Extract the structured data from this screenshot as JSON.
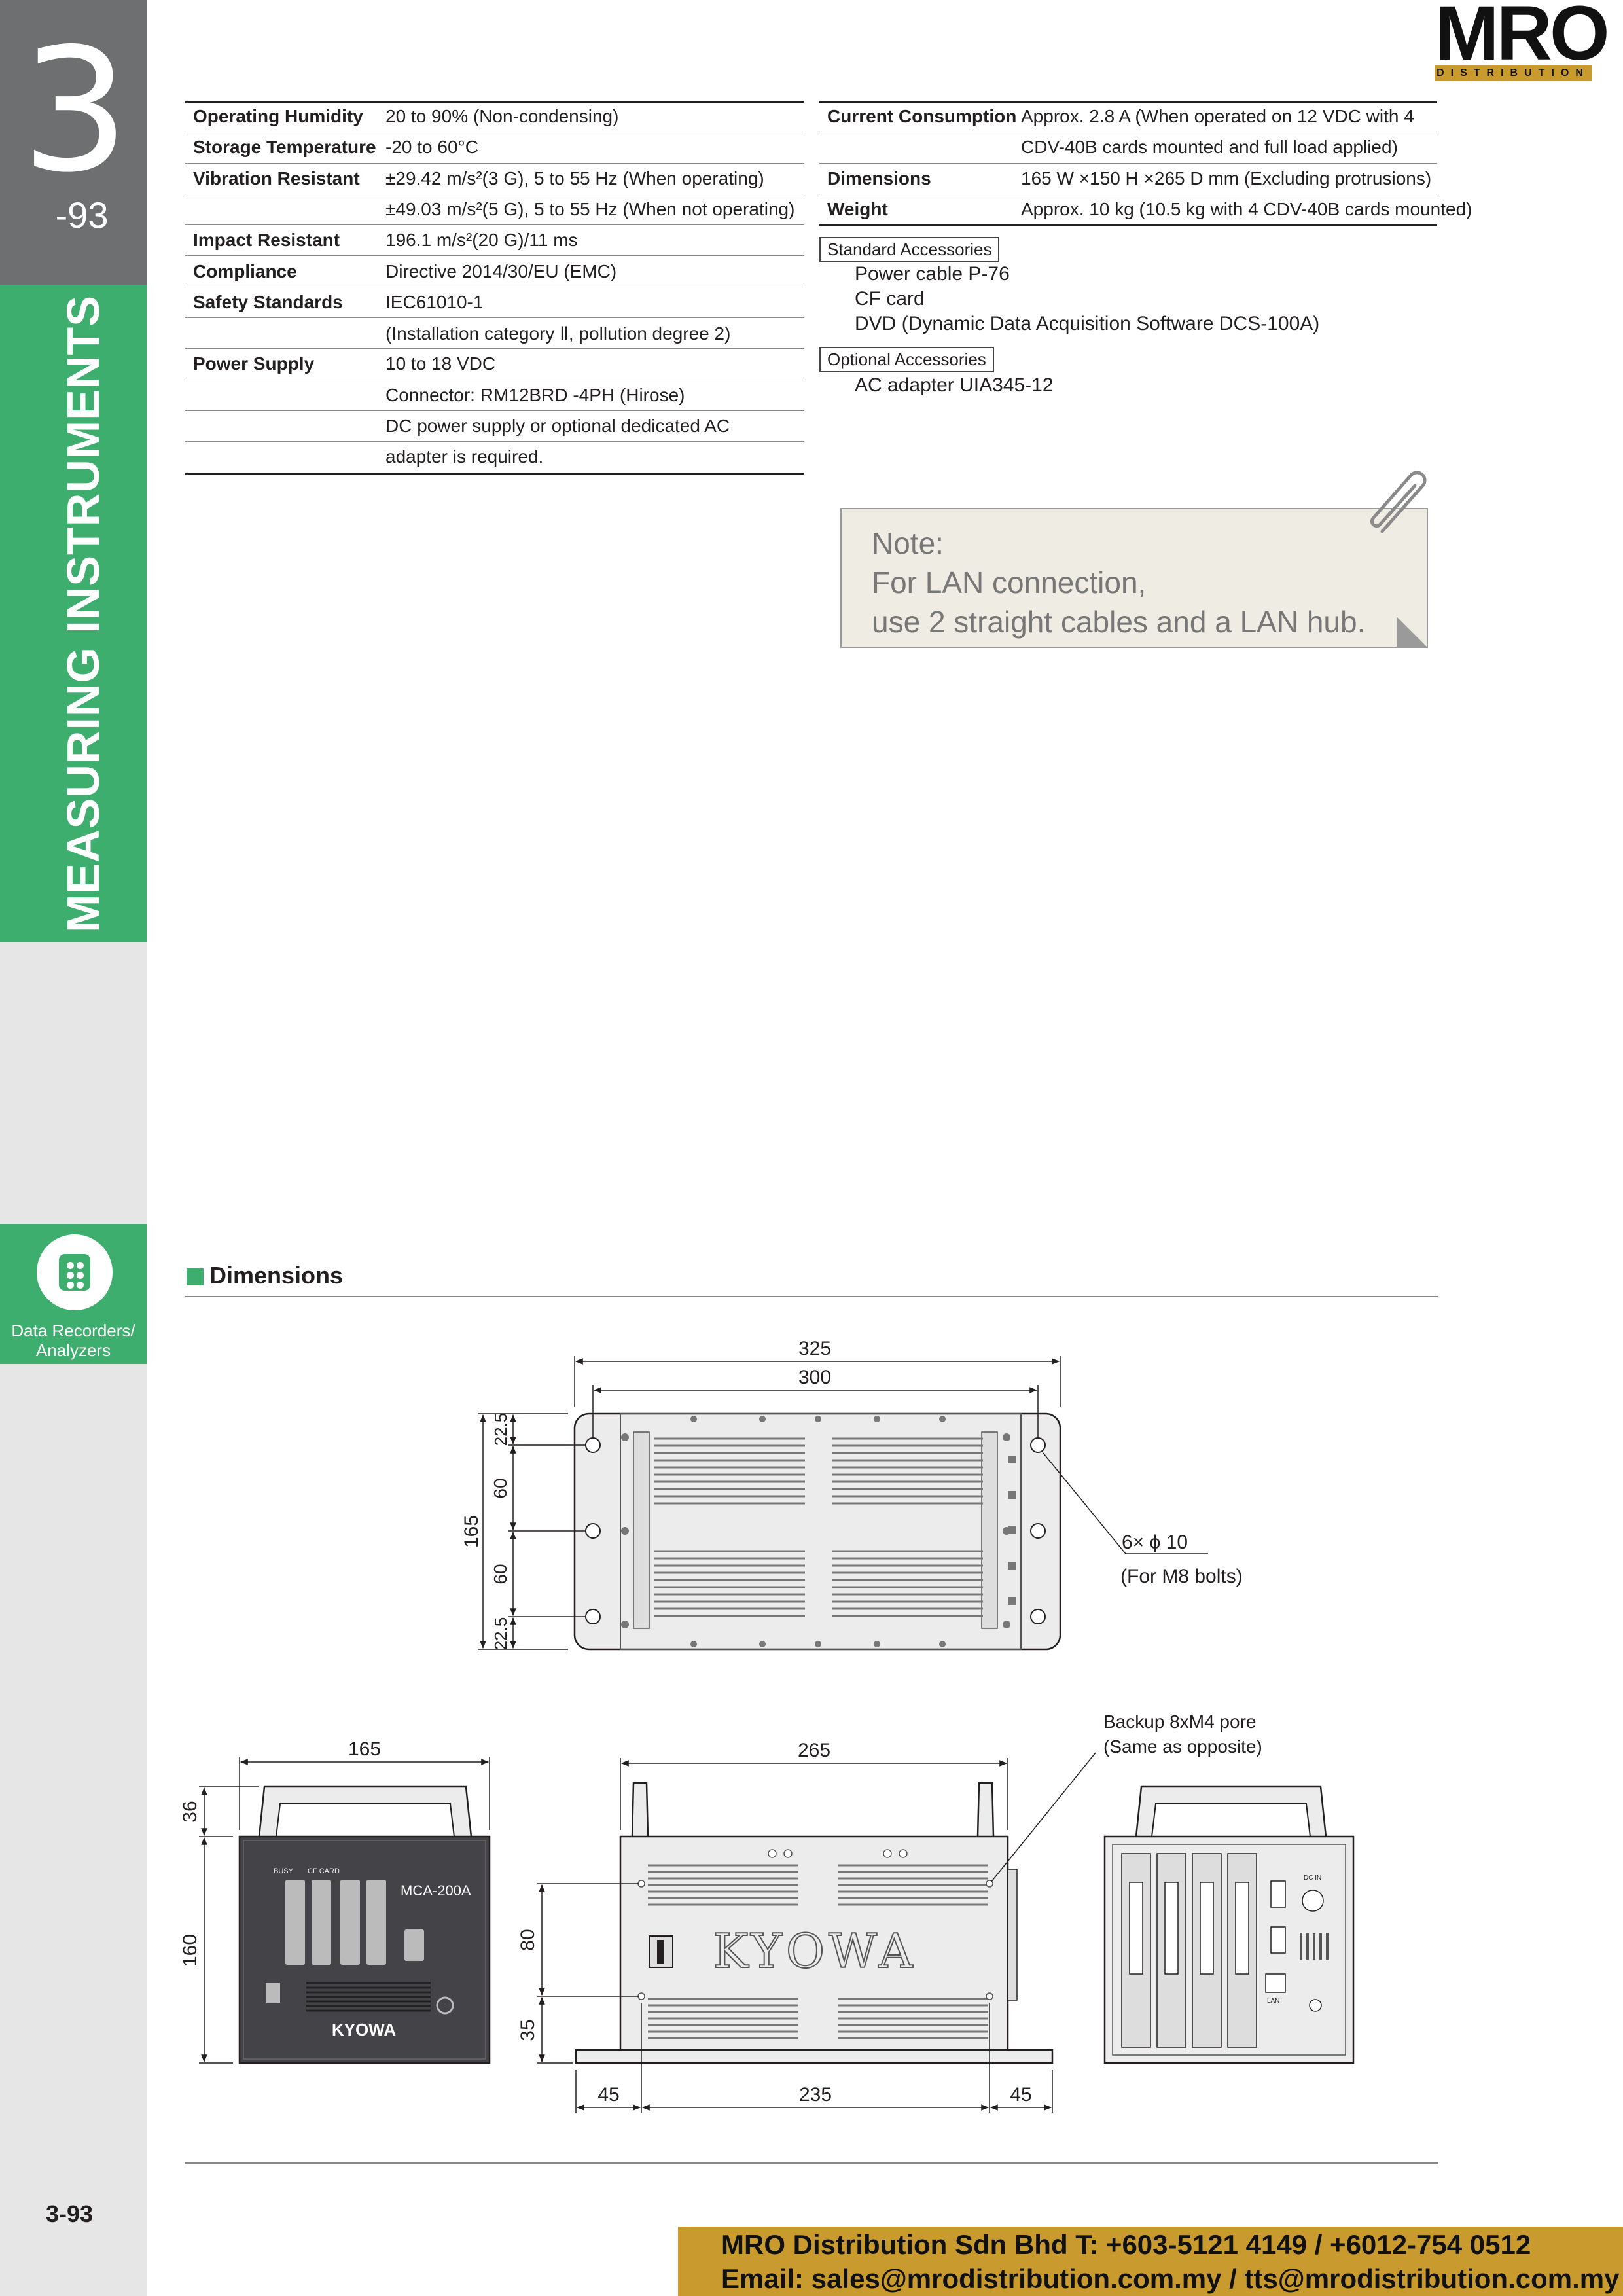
{
  "sidebar": {
    "chapter_number": "3",
    "chapter_page": "-93",
    "category": "MEASURING INSTRUMENTS",
    "subcategory_line1": "Data Recorders/",
    "subcategory_line2": "Analyzers",
    "page_number": "3-93"
  },
  "logo": {
    "text": "MRO",
    "subtext": "DISTRIBUTION"
  },
  "spec_left": [
    {
      "key": "Operating Humidity",
      "value": "20 to 90% (Non-condensing)"
    },
    {
      "key": "Storage Temperature",
      "value": "-20 to 60°C"
    },
    {
      "key": "Vibration Resistant",
      "value": "±29.42 m/s²(3 G), 5 to 55 Hz (When operating)"
    },
    {
      "key": "",
      "value": "±49.03 m/s²(5 G), 5 to 55 Hz (When not operating)"
    },
    {
      "key": "Impact Resistant",
      "value": "196.1 m/s²(20 G)/11 ms"
    },
    {
      "key": "Compliance",
      "value": "Directive 2014/30/EU (EMC)"
    },
    {
      "key": "Safety Standards",
      "value": "IEC61010-1"
    },
    {
      "key": "",
      "value": "(Installation category Ⅱ, pollution degree 2)"
    },
    {
      "key": "Power Supply",
      "value": "10 to 18 VDC"
    },
    {
      "key": "",
      "value": "Connector: RM12BRD -4PH (Hirose)"
    },
    {
      "key": "",
      "value": "DC power supply or optional dedicated AC"
    },
    {
      "key": "",
      "value": "adapter is required."
    }
  ],
  "spec_right": [
    {
      "key": "Current Consumption",
      "value": "Approx. 2.8 A (When operated on 12 VDC with 4"
    },
    {
      "key": "",
      "value": "CDV-40B cards mounted and full load applied)"
    },
    {
      "key": "Dimensions",
      "value": "165 W ×150 H ×265 D mm (Excluding protrusions)"
    },
    {
      "key": "Weight",
      "value": "Approx. 10 kg",
      "value_small": " (10.5 kg with 4 CDV-40B cards mounted)"
    }
  ],
  "standard_accessories": {
    "title": "Standard Accessories",
    "items": [
      "Power cable P-76",
      "CF card",
      "DVD (Dynamic Data Acquisition Software DCS-100A)"
    ]
  },
  "optional_accessories": {
    "title": "Optional Accessories",
    "items": [
      "AC adapter UIA345-12"
    ]
  },
  "note": {
    "line1": "Note:",
    "line2": "For LAN connection,",
    "line3": "use 2 straight cables and a LAN hub."
  },
  "dimensions": {
    "title": "Dimensions",
    "top_width_outer": "325",
    "top_width_inner": "300",
    "top_height": "165",
    "top_edge": "22.5",
    "top_pitch": "60",
    "hole_spec": "6× ϕ 10",
    "hole_note": "(For M8 bolts)",
    "front_width": "165",
    "front_handle": "36",
    "front_height": "160",
    "front_model": "MCA-200A",
    "front_cf_label": "CF CARD",
    "brand": "KYOWA",
    "side_length": "265",
    "side_backup_line1": "Backup 8xM4 pore",
    "side_backup_line2": "(Same as opposite)",
    "side_height1": "80",
    "side_height2": "35",
    "side_bottom_left": "45",
    "side_bottom_mid": "235",
    "side_bottom_right": "45",
    "rear_dc_label": "DC IN",
    "rear_lan_label": "LAN"
  },
  "footer": {
    "line1": "MRO Distribution Sdn Bhd   T: +603-5121 4149 / +6012-754 0512",
    "line2": "Email: sales@mrodistribution.com.my / tts@mrodistribution.com.my"
  },
  "colors": {
    "green": "#3dae6e",
    "gray": "#6e6f71",
    "gold": "#c99a2e",
    "note_bg": "#efede3"
  }
}
